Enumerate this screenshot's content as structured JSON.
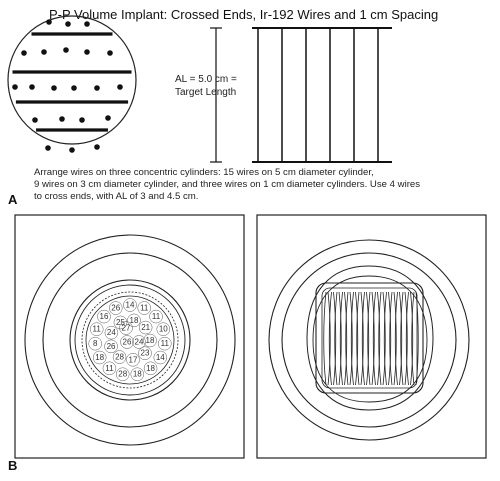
{
  "title": "P-P Volume Implant: Crossed Ends, Ir-192 Wires and 1 cm Spacing",
  "length_label": [
    "AL = 5.0 cm =",
    "Target Length"
  ],
  "description": [
    "Arrange wires on three concentric cylinders: 15 wires on 5 cm diameter cylinder,",
    "9 wires on 3 cm diameter cylinder, and three wires on 1 cm diameter cylinders. Use 4 wires",
    "to cross ends, with AL of 3 and 4.5 cm."
  ],
  "panel_labels": {
    "a": "A",
    "b": "B"
  },
  "wire_numbers": {
    "outer": [
      "14",
      "11",
      "11",
      "10",
      "11",
      "14",
      "18",
      "18",
      "28",
      "11",
      "18",
      "8",
      "11",
      "16",
      "26"
    ],
    "middle": [
      "18",
      "21",
      "18",
      "23",
      "17",
      "28",
      "26",
      "24",
      "25"
    ],
    "inner": [
      "27",
      "26",
      "24"
    ]
  }
}
